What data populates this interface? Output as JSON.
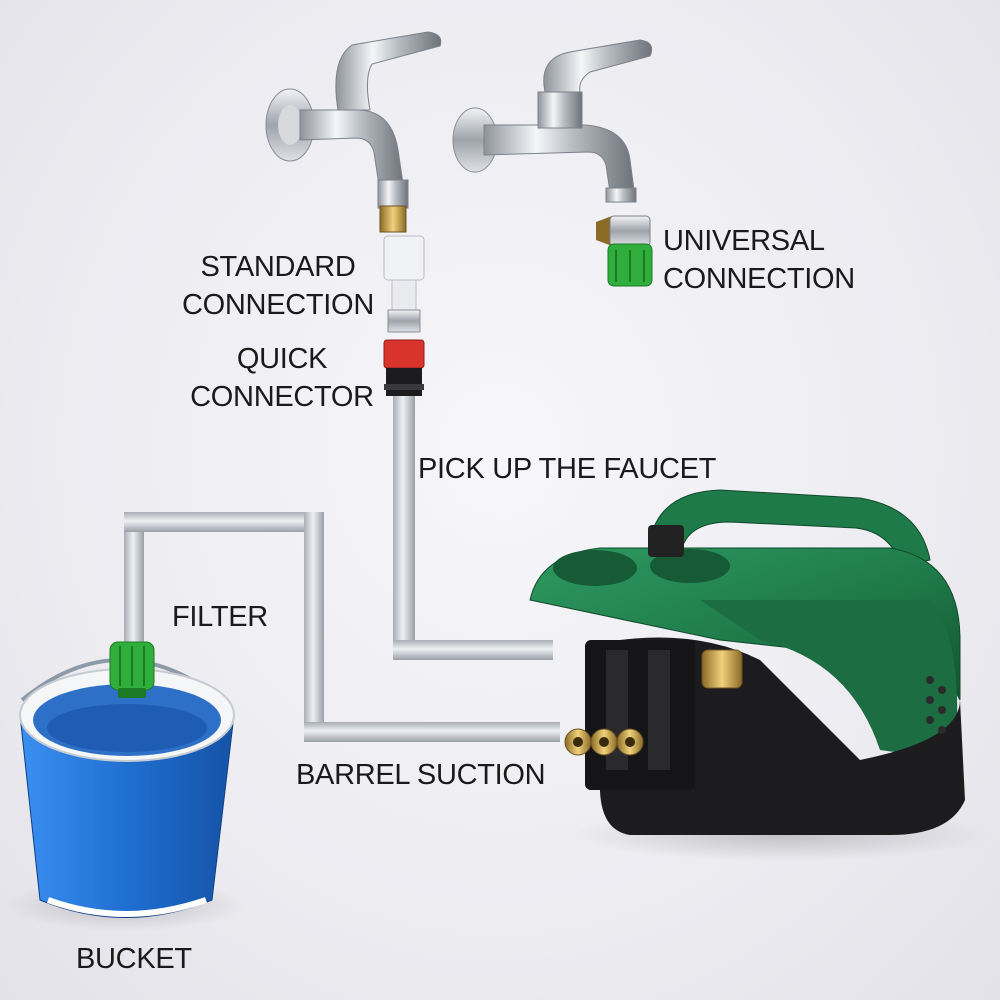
{
  "labels": {
    "standard_connection": "STANDARD\nCONNECTION",
    "quick_connector": "QUICK\nCONNECTOR",
    "universal_connection": "UNIVERSAL\nCONNECTION",
    "pick_up_faucet": "PICK UP THE FAUCET",
    "filter": "FILTER",
    "barrel_suction": "BARREL SUCTION",
    "bucket": "BUCKET"
  },
  "colors": {
    "pump_green": "#1f7a4a",
    "pump_black": "#1c1c1e",
    "bucket_blue": "#1f6fd1",
    "connector_red": "#d9342b",
    "fitting_green": "#2fae3c",
    "hose_gray": "#c9ccd2",
    "brass": "#c9a24a"
  },
  "icons": [
    "faucet-icon",
    "pressure-washer-icon",
    "bucket-icon",
    "filter-icon",
    "quick-connector-icon",
    "universal-adapter-icon"
  ]
}
